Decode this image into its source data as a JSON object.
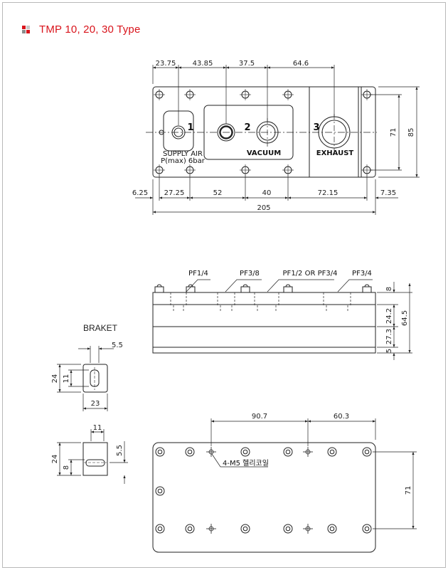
{
  "title": "TMP 10, 20, 30 Type",
  "colors": {
    "accent": "#d9141c",
    "line": "#222222",
    "dim_line": "#444444"
  },
  "top_view": {
    "dims_top": [
      "23.75",
      "43.85",
      "37.5",
      "64.6"
    ],
    "dims_bottom": [
      "6.25",
      "27.25",
      "52",
      "40",
      "72.15",
      "7.35"
    ],
    "dim_total": "205",
    "dims_right": [
      "71",
      "85"
    ],
    "ports": {
      "p1": "1",
      "p2": "2",
      "p3": "3"
    },
    "labels": {
      "supply": "SUPPLY AIR",
      "pmax": "P(max) 6bar",
      "vacuum": "VACUUM",
      "exhaust": "EXHAUST"
    }
  },
  "side_view": {
    "ports": [
      "PF1/4",
      "PF3/8",
      "PF1/2 OR PF3/4",
      "PF3/4"
    ],
    "dims_right": [
      "8",
      "24.2",
      "27.3",
      "5"
    ],
    "dim_total": "64.5"
  },
  "bracket": {
    "title": "BRAKET",
    "front": {
      "w_top": "5.5",
      "h": "24",
      "h_inner": "11",
      "w": "23"
    },
    "side": {
      "w_top": "11",
      "h": "24",
      "h_inner": "8",
      "right": "5.5"
    }
  },
  "bottom_view": {
    "dims_top": [
      "90.7",
      "60.3"
    ],
    "dim_right": "71",
    "callout": "4-M5 헬리코일"
  }
}
